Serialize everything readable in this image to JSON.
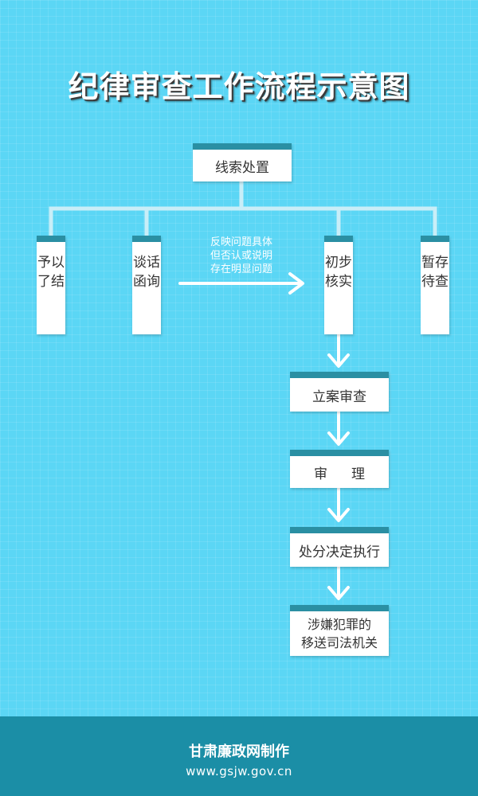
{
  "title": "纪律审查工作流程示意图",
  "nodes": {
    "clue_handling": "线索处置",
    "dismiss": "予以了结",
    "talk_inquiry": "谈话函询",
    "preliminary_verification": "初步核实",
    "suspend": "暂存待查",
    "file_case": "立案审查",
    "trial": "审理",
    "decision_execution": "处分决定执行",
    "judicial_transfer_line1": "涉嫌犯罪的",
    "judicial_transfer_line2": "移送司法机关"
  },
  "annotation": {
    "line1": "反映问题具体",
    "line2": "但否认或说明",
    "line3": "存在明显问题"
  },
  "footer": {
    "credit": "甘肃廉政网制作",
    "url": "www.gsjw.gov.cn"
  },
  "colors": {
    "background": "#5bd6f5",
    "box_header": "#2a8fa3",
    "footer": "#1b8ea6",
    "arrow": "#ffffff"
  }
}
